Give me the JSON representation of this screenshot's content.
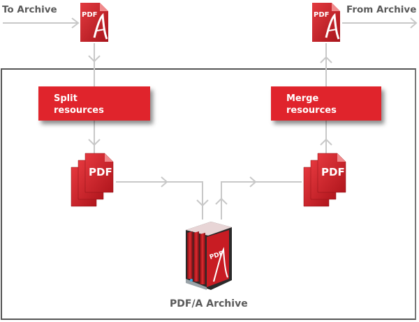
{
  "diagram": {
    "labels": {
      "to_archive": "To Archive",
      "from_archive": "From Archive",
      "archive": "PDF/A Archive"
    },
    "process_boxes": {
      "split": {
        "line1": "Split",
        "line2": "resources"
      },
      "merge": {
        "line1": "Merge",
        "line2": "resources"
      }
    },
    "icons": {
      "pdfa_text": "PDF",
      "pdfa_letter": "A",
      "stack_text": "PDF"
    },
    "colors": {
      "accent_red": "#e0242c",
      "connector": "#c8c8c8",
      "label_text": "#5a5a5a",
      "frame": "#555555"
    },
    "flow": [
      {
        "from": "To Archive",
        "to": "PDF/A input document"
      },
      {
        "from": "PDF/A input document",
        "to": "Split resources"
      },
      {
        "from": "Split resources",
        "to": "PDF document stack (split)"
      },
      {
        "from": "PDF document stack (split)",
        "to": "PDF/A Archive"
      },
      {
        "from": "PDF/A Archive",
        "to": "PDF document stack (merge)"
      },
      {
        "from": "PDF document stack (merge)",
        "to": "Merge resources"
      },
      {
        "from": "Merge resources",
        "to": "PDF/A output document"
      },
      {
        "from": "PDF/A output document",
        "to": "From Archive"
      }
    ]
  }
}
